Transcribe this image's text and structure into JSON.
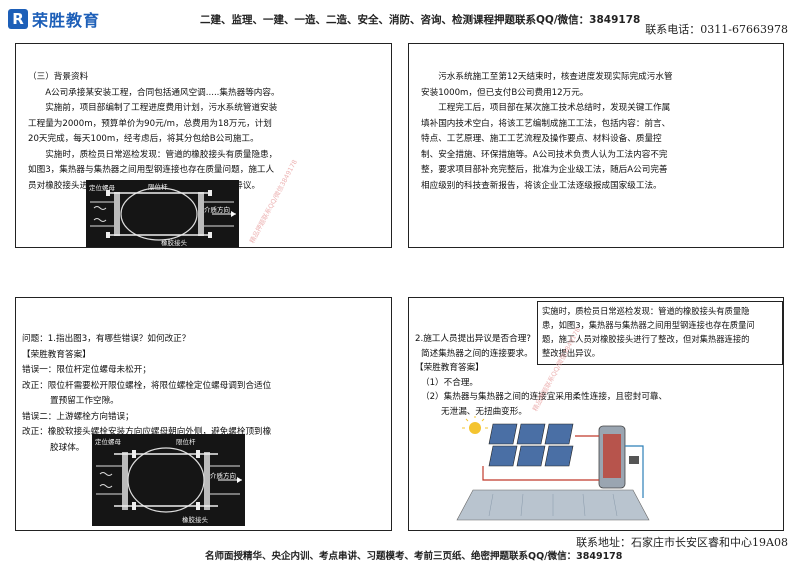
{
  "header": {
    "logo_mark": "R",
    "logo_text": "荣胜教育",
    "center": "二建、监理、一建、一造、二造、安全、消防、咨询、检测课程押题联系QQ/微信：3849178",
    "phone": "联系电话：0311-67663978"
  },
  "p1": {
    "heading": "（三）背景资料",
    "lines": [
      "A公司承接某安装工程，合同包括通风空调.....集热器等内容。",
      "实施前，项目部编制了工程进度费用计划，污水系统管道安装",
      "工程量为2000m，预算单价为90元/m，总费用为18万元，计划",
      "20天完成，每天100m，经考虑后，将其分包给B公司施工。",
      "实施时，质检员日常巡检发现：管道的橡胶接头有质量隐患，",
      "如图3，集热器与集热器之间用型钢连接也存在质量问题，施工人",
      "员对橡胶接头进行了整改，但对集热器连接的整改提出异议。"
    ],
    "diagram": {
      "locating_nut": "定位螺母",
      "limit_rod": "限位杆",
      "medium_direction": "介质方向",
      "rubber_joint": "橡胶接头"
    },
    "watermark": "精品押题联系QQ/微信3849178"
  },
  "p2": {
    "lines": [
      "污水系统施工至第12天结束时，核查进度发现实际完成污水管",
      "安装1000m，但已支付B公司费用12万元。",
      "工程完工后，项目部在某次施工技术总结时，发现关键工作属",
      "填补国内技术空白，将该工艺编制成施工工法，包括内容：前言、",
      "特点、工艺原理、施工工艺流程及操作要点、材料设备、质量控",
      "制、安全措施、环保措施等。A公司技术负责人认为工法内容不完",
      "整，要求项目部补充完整后，批准为企业级工法，随后A公司完善",
      "相应级别的科技查新报告，将该企业工法逐级报成国家级工法。"
    ]
  },
  "p3": {
    "lines": [
      "问题：1.指出图3，有哪些错误？如何改正？",
      "【荣胜教育答案】",
      "错误一：限位杆定位螺母未松开；",
      "改正：限位杆需要松开限位螺栓，将限位螺栓定位螺母调到合适位",
      "置预留工作空隙。",
      "错误二：上游螺栓方向错误；",
      "改正：橡胶软接头螺栓安装方向应螺母朝向外侧，避免螺栓顶到橡",
      "胶球体。"
    ],
    "diagram": {
      "locating_nut": "定位螺母",
      "limit_rod": "限位杆",
      "medium_direction": "介质方向",
      "rubber_joint": "橡胶接头"
    }
  },
  "p4": {
    "callout": [
      "实施时，质检员日常巡检发现：管道的橡胶接头有质量隐",
      "患，如图3，集热器与集热器之间用型钢连接也存在质量问",
      "题，施工人员对橡胶接头进行了整改，但对集热器连接的",
      "整改提出异议。"
    ],
    "lines": [
      "2.施工人员提出异议是否合理?",
      "简述集热器之间的连接要求。",
      "【荣胜教育答案】",
      "（1）不合理。",
      "（2）集热器与集热器之间的连接宜采用柔性连接，且密封可靠、",
      "无泄漏、无扭曲变形。"
    ],
    "watermark": "精品押题联系QQ/微信3849178"
  },
  "footer": {
    "address": "联系地址：石家庄市长安区睿和中心19A08",
    "center": "名师面授精华、央企内训、考点串讲、习题模考、考前三页纸、绝密押题联系QQ/微信：3849178"
  },
  "colors": {
    "brand": "#1d5fb8",
    "watermark": "#e8a0a0"
  }
}
